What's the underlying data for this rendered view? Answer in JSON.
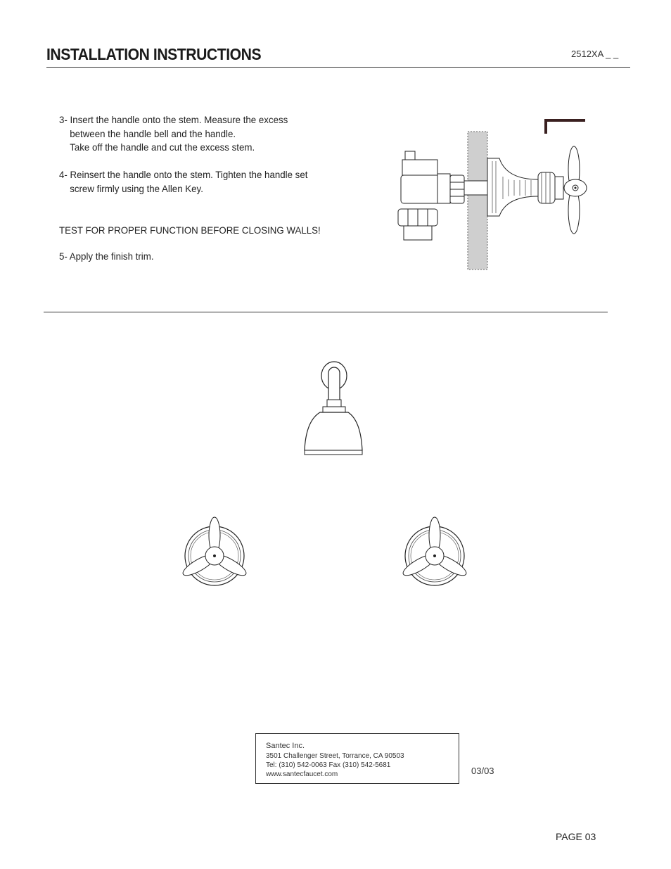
{
  "header": {
    "title": "INSTALLATION INSTRUCTIONS",
    "model": "2512XA _ _"
  },
  "steps": {
    "step3_line1": "3- Insert the handle onto the stem. Measure the excess",
    "step3_line2": "between the handle bell and the handle.",
    "step3_line3": "Take off the handle and cut the excess stem.",
    "step4_line1": "4- Reinsert the handle onto the stem. Tighten the handle set",
    "step4_line2": "screw firmly using the Allen Key.",
    "warning": "TEST FOR PROPER FUNCTION BEFORE CLOSING WALLS!",
    "step5": "5- Apply the finish trim."
  },
  "footer": {
    "company": "Santec Inc.",
    "address": "3501 Challenger Street, Torrance, CA 90503",
    "phone": "Tel: (310) 542-0063  Fax (310) 542-5681",
    "web": "www.santecfaucet.com",
    "date": "03/03",
    "page": "PAGE  03"
  },
  "illustrations": {
    "valve_diagram": "valve-handle-side-view",
    "allen_key": "allen-key-icon",
    "tub_spout": "tub-spout-icon",
    "left_handle": "cross-handle-icon",
    "right_handle": "cross-handle-icon"
  }
}
